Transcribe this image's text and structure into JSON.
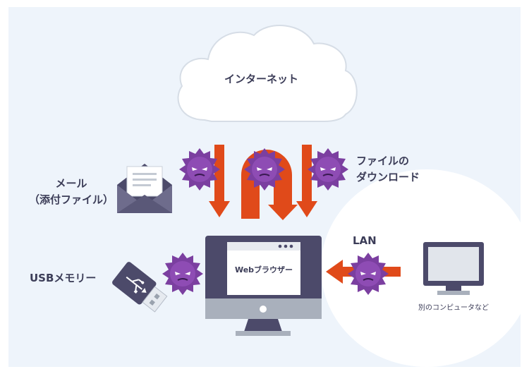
{
  "labels": {
    "internet": "インターネット",
    "mail_line1": "メール",
    "mail_line2": "（添付ファイル）",
    "download_line1": "ファイルの",
    "download_line2": "ダウンロード",
    "lan": "LAN",
    "usb": "USBメモリー",
    "browser": "Webブラウザー",
    "other_computer": "別のコンピュータなど"
  },
  "colors": {
    "background": "#eef4fb",
    "cloud": "#ffffff",
    "arrow": "#e04a1a",
    "virus": "#7b3fa0",
    "device": "#4c4a6a",
    "text": "#3c3d58"
  },
  "icons": {
    "cloud": "cloud-icon",
    "mail": "envelope-icon",
    "usb": "usb-drive-icon",
    "monitor": "desktop-monitor-icon",
    "laptop": "computer-monitor-icon",
    "virus": "virus-icon"
  }
}
